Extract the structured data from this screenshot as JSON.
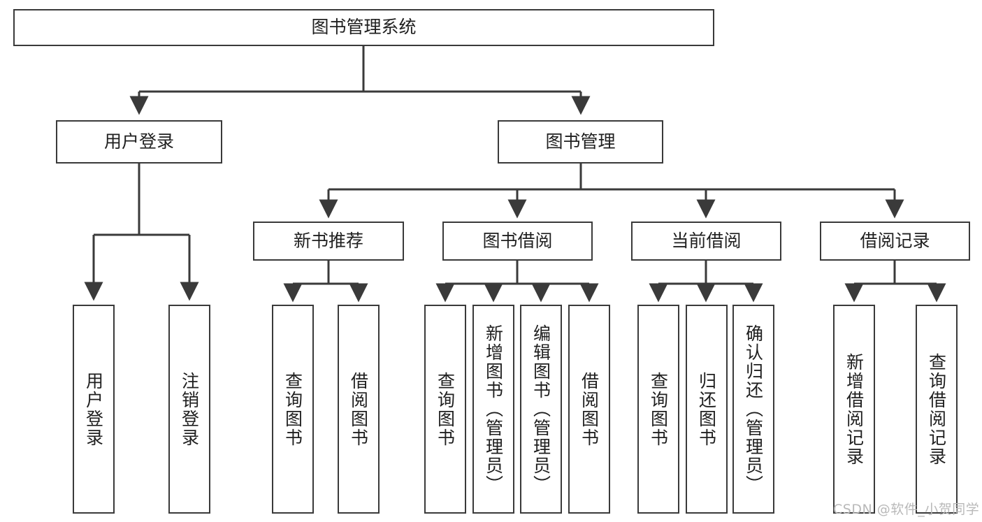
{
  "diagram": {
    "type": "hierarchy-tree",
    "title": "图书管理系统",
    "watermark": "CSDN @软件_小贺同学",
    "colors": {
      "box_border": "#3a3a3a",
      "box_fill": "#ffffff",
      "connector": "#3a3a3a",
      "text": "#1f1f1f",
      "watermark": "#b9b9b9",
      "background": "#ffffff"
    },
    "levels": {
      "root": {
        "label": "图书管理系统"
      },
      "level1": [
        {
          "id": "user-login",
          "label": "用户登录"
        },
        {
          "id": "book-manage",
          "label": "图书管理"
        }
      ],
      "level2": [
        {
          "id": "new-book-rec",
          "label": "新书推荐",
          "parent": "book-manage"
        },
        {
          "id": "book-borrow",
          "label": "图书借阅",
          "parent": "book-manage"
        },
        {
          "id": "current-borrow",
          "label": "当前借阅",
          "parent": "book-manage"
        },
        {
          "id": "borrow-record",
          "label": "借阅记录",
          "parent": "book-manage"
        }
      ],
      "leaves": {
        "user-login": [
          {
            "id": "leaf-user-login",
            "label": "用户登录"
          },
          {
            "id": "leaf-logout",
            "label": "注销登录"
          }
        ],
        "new-book-rec": [
          {
            "id": "leaf-query-book-1",
            "label": "查询图书"
          },
          {
            "id": "leaf-borrow-book-1",
            "label": "借阅图书"
          }
        ],
        "book-borrow": [
          {
            "id": "leaf-query-book-2",
            "label": "查询图书"
          },
          {
            "id": "leaf-add-book",
            "label": "新增图书（管理员）"
          },
          {
            "id": "leaf-edit-book",
            "label": "编辑图书（管理员）"
          },
          {
            "id": "leaf-borrow-book-2",
            "label": "借阅图书"
          }
        ],
        "current-borrow": [
          {
            "id": "leaf-query-book-3",
            "label": "查询图书"
          },
          {
            "id": "leaf-return-book",
            "label": "归还图书"
          },
          {
            "id": "leaf-confirm-return",
            "label": "确认归还（管理员）"
          }
        ],
        "borrow-record": [
          {
            "id": "leaf-add-record",
            "label": "新增借阅记录"
          },
          {
            "id": "leaf-query-record",
            "label": "查询借阅记录"
          }
        ]
      }
    }
  }
}
